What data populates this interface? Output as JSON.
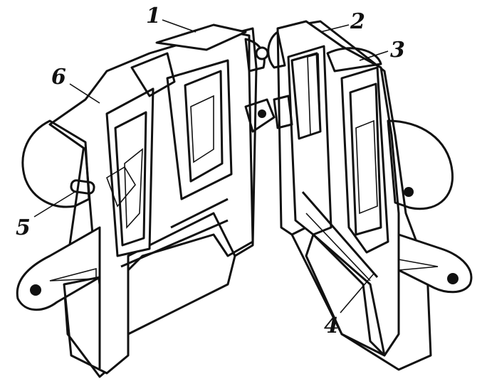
{
  "figure": {
    "ink_color": "#111111",
    "paper_color": "#ffffff",
    "callouts": [
      {
        "id": "c1",
        "label": "1"
      },
      {
        "id": "c2",
        "label": "2"
      },
      {
        "id": "c3",
        "label": "3"
      },
      {
        "id": "c4",
        "label": "4"
      },
      {
        "id": "c5",
        "label": "5"
      },
      {
        "id": "c6",
        "label": "6"
      }
    ]
  }
}
